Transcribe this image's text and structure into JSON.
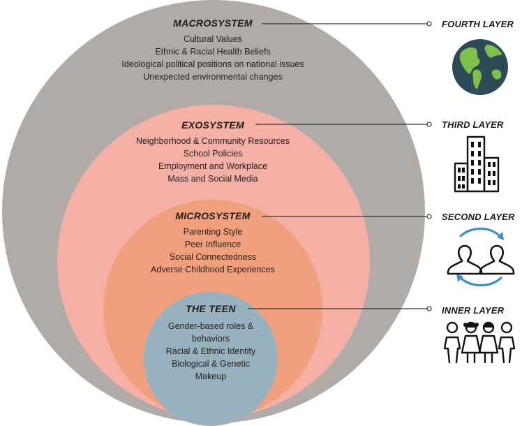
{
  "layers": {
    "macro": {
      "title": "MACROSYSTEM",
      "items": [
        "Cultural Values",
        "Ethnic & Racial Health Beliefs",
        "Ideological political positions on national issues",
        "Unexpected environmental changes"
      ],
      "label": "FOURTH LAYER",
      "icon": "globe-icon",
      "color": "#b1aba7"
    },
    "exo": {
      "title": "EXOSYSTEM",
      "items": [
        "Neighborhood & Community Resources",
        "School Policies",
        "Employment and Workplace",
        "Mass and Social Media"
      ],
      "label": "THIRD LAYER",
      "icon": "building-icon",
      "color": "#f5b0a6"
    },
    "micro": {
      "title": "MICROSYSTEM",
      "items": [
        "Parenting Style",
        "Peer Influence",
        "Social Connectedness",
        "Adverse Childhood Experiences"
      ],
      "label": "SECOND LAYER",
      "icon": "people-exchange-icon",
      "color": "#f0a07c"
    },
    "teen": {
      "title": "THE TEEN",
      "items": [
        "Gender-based roles &",
        "behaviors",
        "Racial & Ethnic Identity",
        "Biological & Genetic",
        "Makeup"
      ],
      "label": "INNER LAYER",
      "icon": "kids-icon",
      "color": "#98b1bf"
    }
  }
}
